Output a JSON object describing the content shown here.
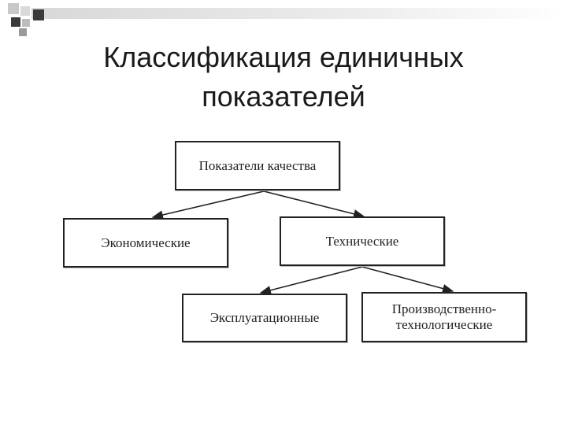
{
  "title": {
    "line1": "Классификация единичных",
    "line2": "показателей"
  },
  "diagram": {
    "root": "Показатели качества",
    "economic": "Экономические",
    "technical": "Технические",
    "operational": "Эксплуатационные",
    "production_line1": "Производственно-",
    "production_line2": "технологические"
  },
  "colors": {
    "decoration_square_dark": "#3a3a3a",
    "decoration_square_light": "#c8c8c8",
    "box_border": "#222222"
  }
}
